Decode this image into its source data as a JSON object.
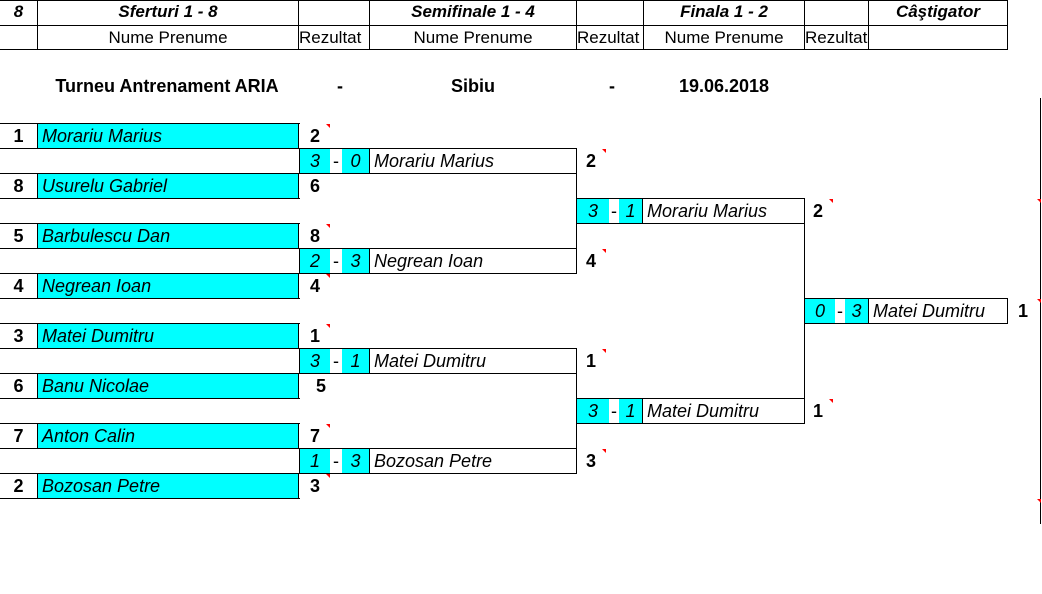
{
  "header": {
    "c8": "8",
    "quarter": "Sferturi 1 - 8",
    "semi": "Semifinale 1 - 4",
    "final": "Finala 1 - 2",
    "winner": "Câştigator",
    "name_col": "Nume Prenume",
    "result_col": "Rezultat"
  },
  "tournament": {
    "name": "Turneu Antrenament ARIA",
    "sep1": "-",
    "city": "Sibiu",
    "sep2": "-",
    "date": "19.06.2018"
  },
  "quarterfinals": [
    {
      "seed": "1",
      "name": "Morariu Marius",
      "result": "2"
    },
    {
      "seed": "8",
      "name": "Usurelu Gabriel",
      "result": "6"
    },
    {
      "seed": "5",
      "name": "Barbulescu Dan",
      "result": "8"
    },
    {
      "seed": "4",
      "name": "Negrean Ioan",
      "result": "4"
    },
    {
      "seed": "3",
      "name": "Matei Dumitru",
      "result": "1"
    },
    {
      "seed": "6",
      "name": "Banu Nicolae",
      "result": "5"
    },
    {
      "seed": "7",
      "name": "Anton Calin",
      "result": "7"
    },
    {
      "seed": "2",
      "name": "Bozosan Petre",
      "result": "3"
    }
  ],
  "semifinals": [
    {
      "a": "3",
      "dash": "-",
      "b": "0",
      "name": "Morariu Marius",
      "result": "2"
    },
    {
      "a": "2",
      "dash": "-",
      "b": "3",
      "name": "Negrean Ioan",
      "result": "4"
    },
    {
      "a": "3",
      "dash": "-",
      "b": "1",
      "name": "Matei Dumitru",
      "result": "1"
    },
    {
      "a": "1",
      "dash": "-",
      "b": "3",
      "name": "Bozosan Petre",
      "result": "3"
    }
  ],
  "finals": [
    {
      "a": "3",
      "dash": "-",
      "b": "1",
      "name": "Morariu Marius",
      "result": "2"
    },
    {
      "a": "3",
      "dash": "-",
      "b": "1",
      "name": "Matei Dumitru",
      "result": "1"
    }
  ],
  "champion": {
    "a": "0",
    "dash": "-",
    "b": "3",
    "name": "Matei Dumitru",
    "result": "1"
  },
  "colors": {
    "highlight": "#00ffff",
    "comment_marker": "#ff0000"
  }
}
